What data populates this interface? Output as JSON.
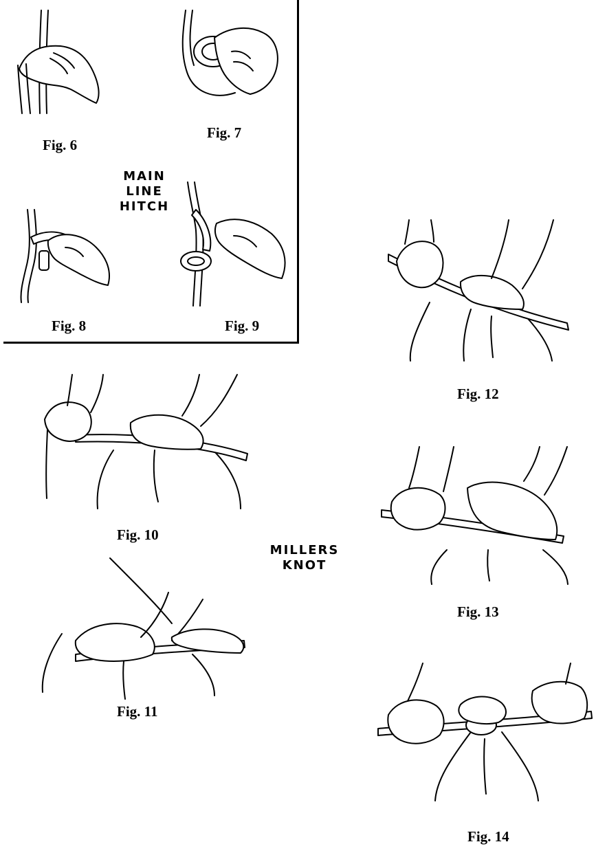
{
  "sections": {
    "main_line_hitch": {
      "lines": [
        "MAIN",
        "LINE",
        "HITCH"
      ]
    },
    "millers_knot": {
      "lines": [
        "MILLERS",
        "KNOT"
      ]
    }
  },
  "figures": {
    "fig6": {
      "caption": "Fig. 6"
    },
    "fig7": {
      "caption": "Fig. 7"
    },
    "fig8": {
      "caption": "Fig. 8"
    },
    "fig9": {
      "caption": "Fig. 9"
    },
    "fig10": {
      "caption": "Fig. 10"
    },
    "fig11": {
      "caption": "Fig. 11"
    },
    "fig12": {
      "caption": "Fig. 12"
    },
    "fig13": {
      "caption": "Fig. 13"
    },
    "fig14": {
      "caption": "Fig. 14"
    }
  }
}
